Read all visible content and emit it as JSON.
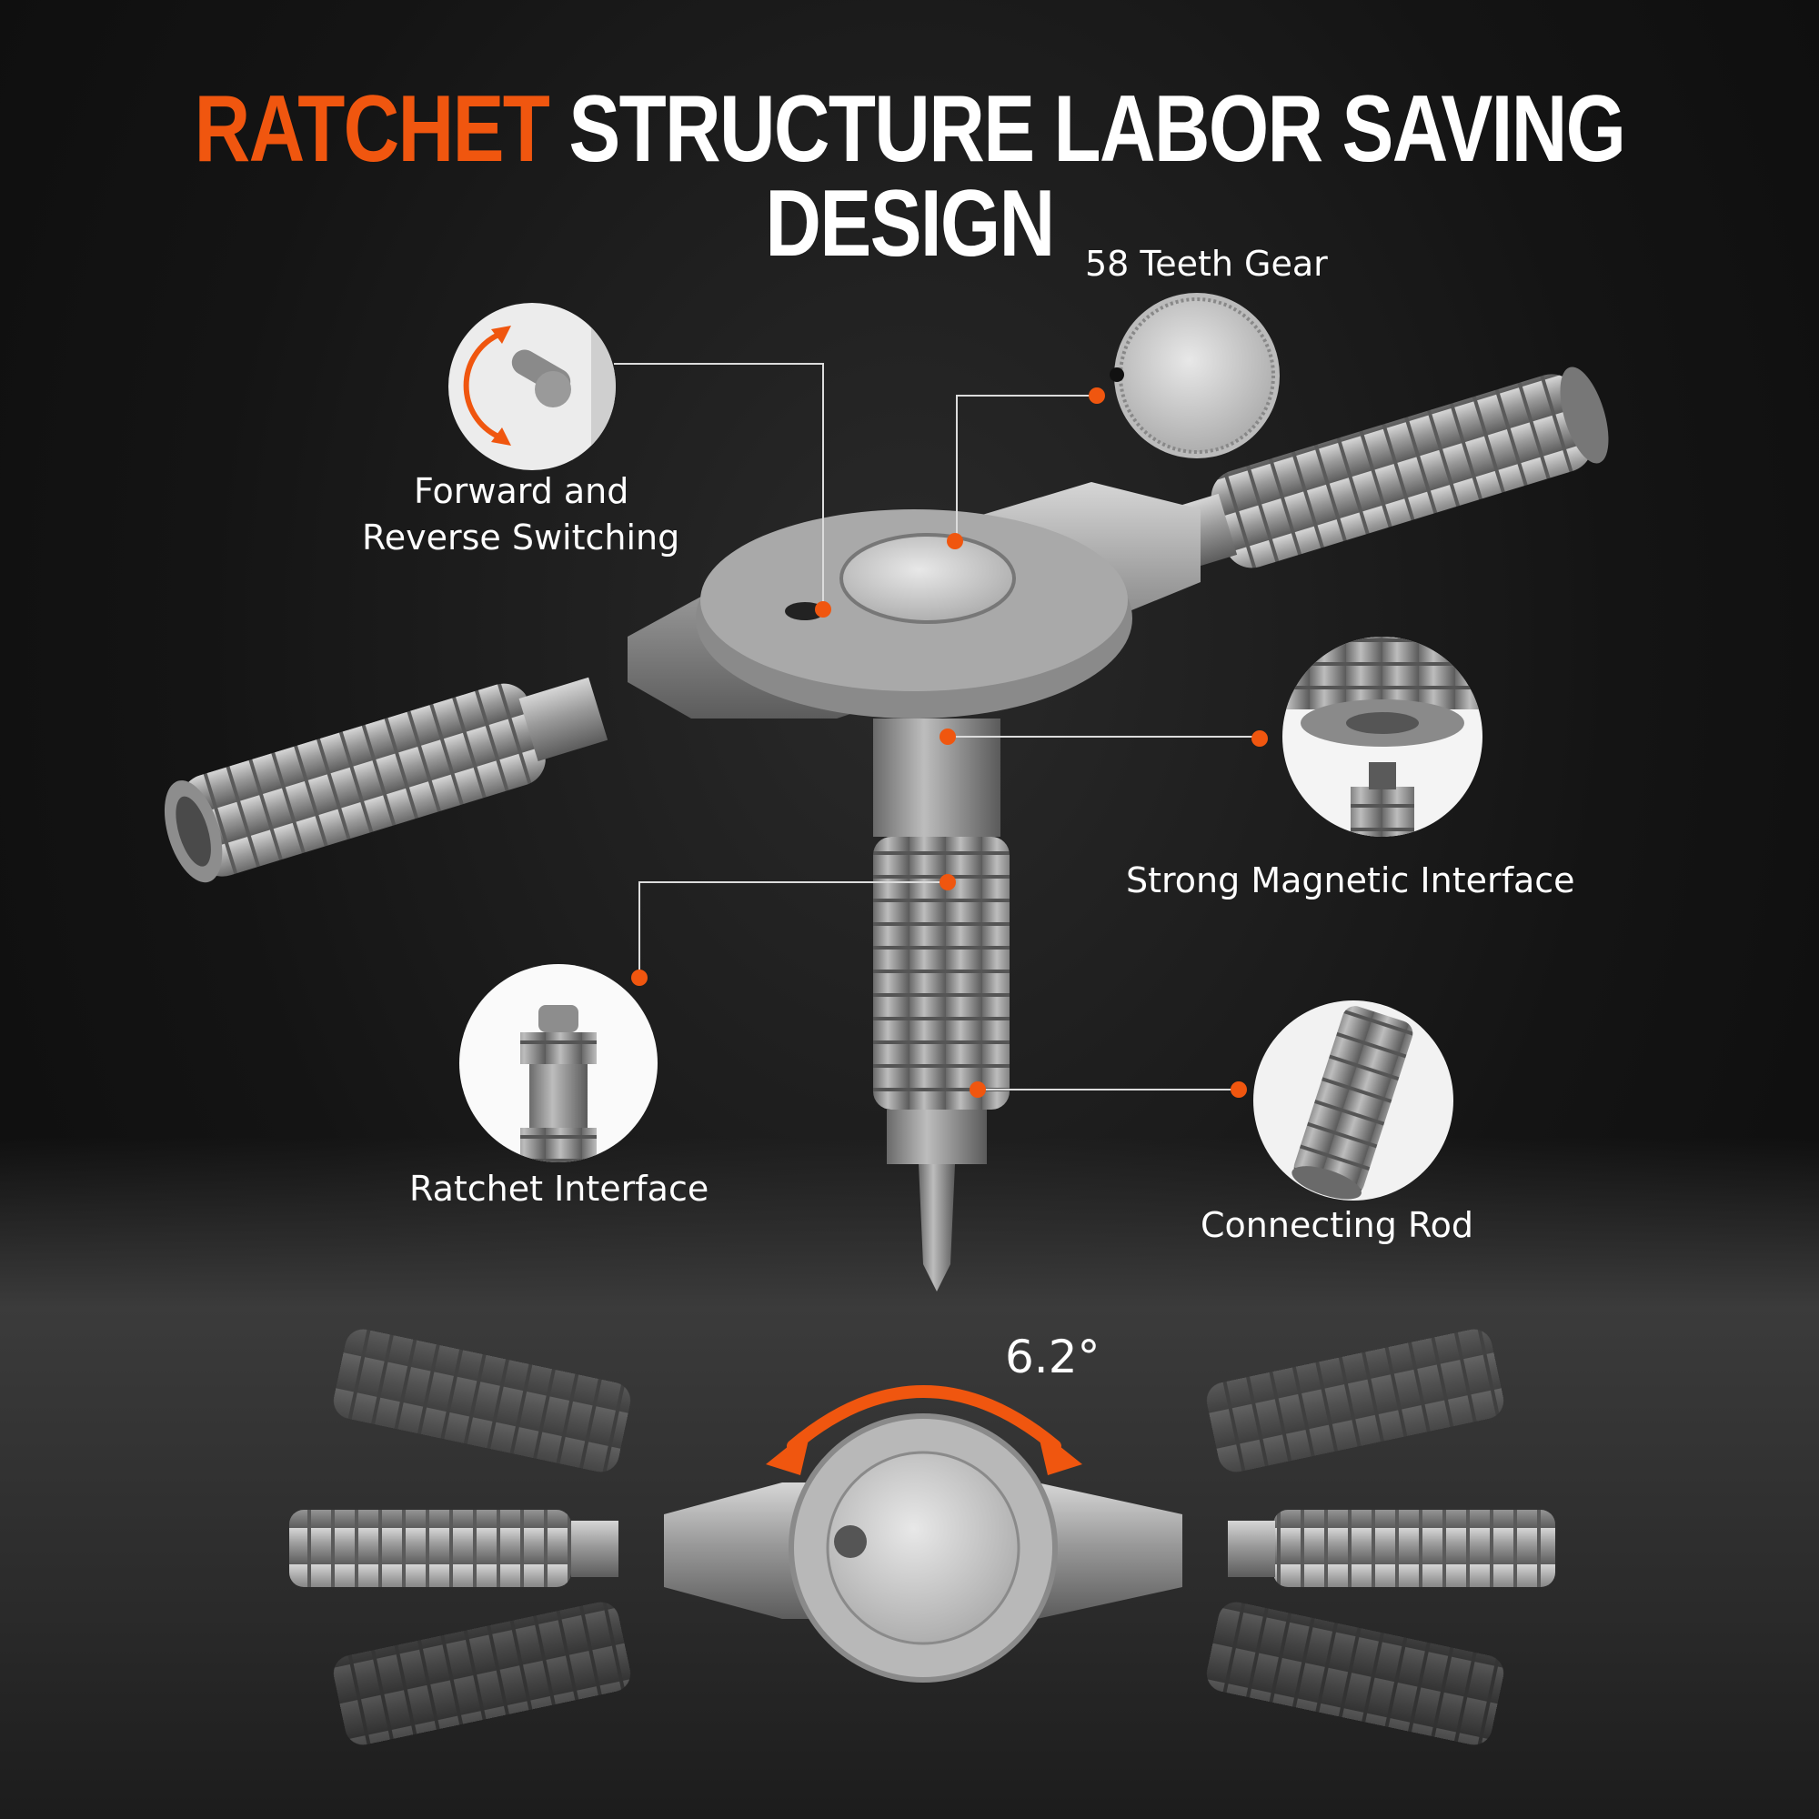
{
  "headline": {
    "accent_word": "RATCHET",
    "rest": "STRUCTURE LABOR SAVING DESIGN"
  },
  "callouts": {
    "teeth_gear": "58 Teeth Gear",
    "switch_line1": "Forward and",
    "switch_line2": "Reverse Switching",
    "magnetic": "Strong Magnetic Interface",
    "ratchet_interface": "Ratchet Interface",
    "connecting_rod": "Connecting Rod"
  },
  "angle_label": "6.2°",
  "colors": {
    "accent": "#f0560f",
    "text": "#ffffff",
    "metal": "#8c8c8c"
  }
}
